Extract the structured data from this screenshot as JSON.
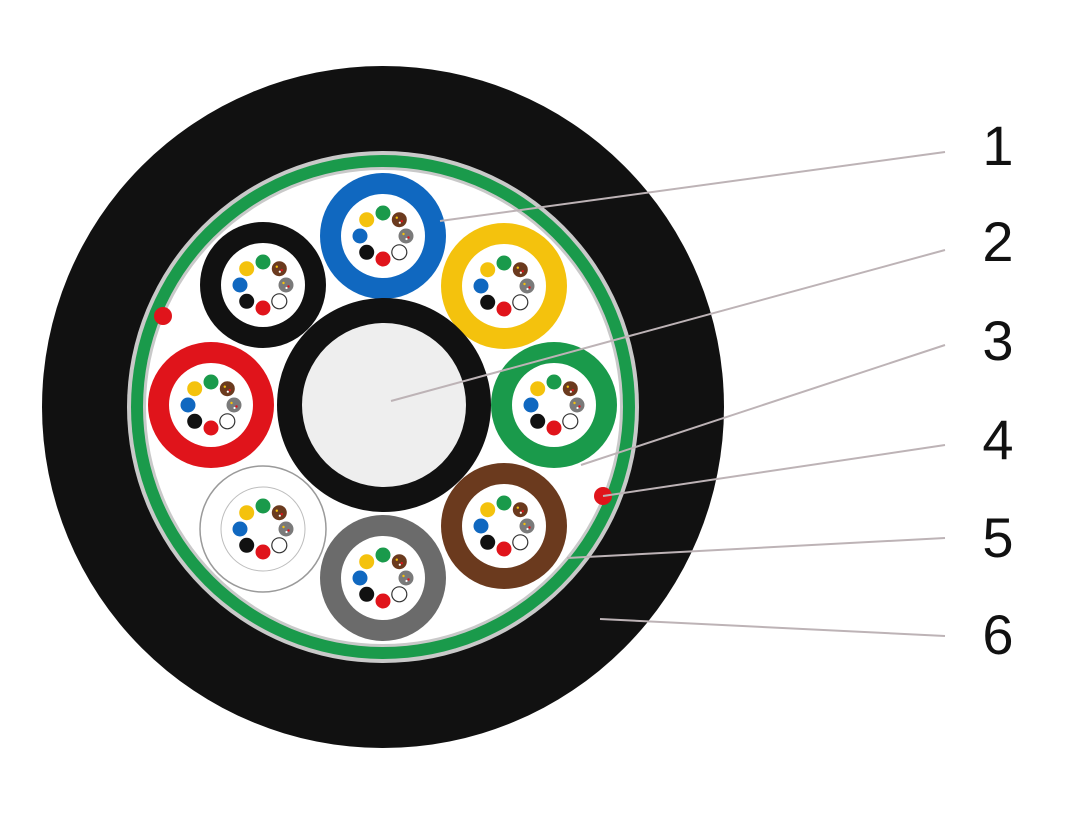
{
  "colors": {
    "outer_sheath": "#111111",
    "armor_band": "#1a9a4b",
    "armor_edge": "#c9c9c9",
    "core_filling": "#ffffff",
    "strength_member": "#eeeeee",
    "strength_member_jacket": "#111111",
    "ripcord": "#e0141b",
    "leader_line": "#bdb3b6"
  },
  "tubes": [
    {
      "color": "#1068c0",
      "name": "blue"
    },
    {
      "color": "#f4c20d",
      "name": "yellow"
    },
    {
      "color": "#1a9a4b",
      "name": "green"
    },
    {
      "color": "#6b3a1e",
      "name": "brown"
    },
    {
      "color": "#6b6b6b",
      "name": "gray"
    },
    {
      "color": "#ffffff",
      "name": "white"
    },
    {
      "color": "#e0141b",
      "name": "red"
    },
    {
      "color": "#111111",
      "name": "black"
    }
  ],
  "fiber_colors": [
    "#1a9a4b",
    "#6b3a1e",
    "#7a7a7a",
    "#ffffff",
    "#e0141b",
    "#111111",
    "#1068c0",
    "#f4c20d"
  ],
  "callouts": [
    {
      "label": "1"
    },
    {
      "label": "2"
    },
    {
      "label": "3"
    },
    {
      "label": "4"
    },
    {
      "label": "5"
    },
    {
      "label": "6"
    }
  ]
}
